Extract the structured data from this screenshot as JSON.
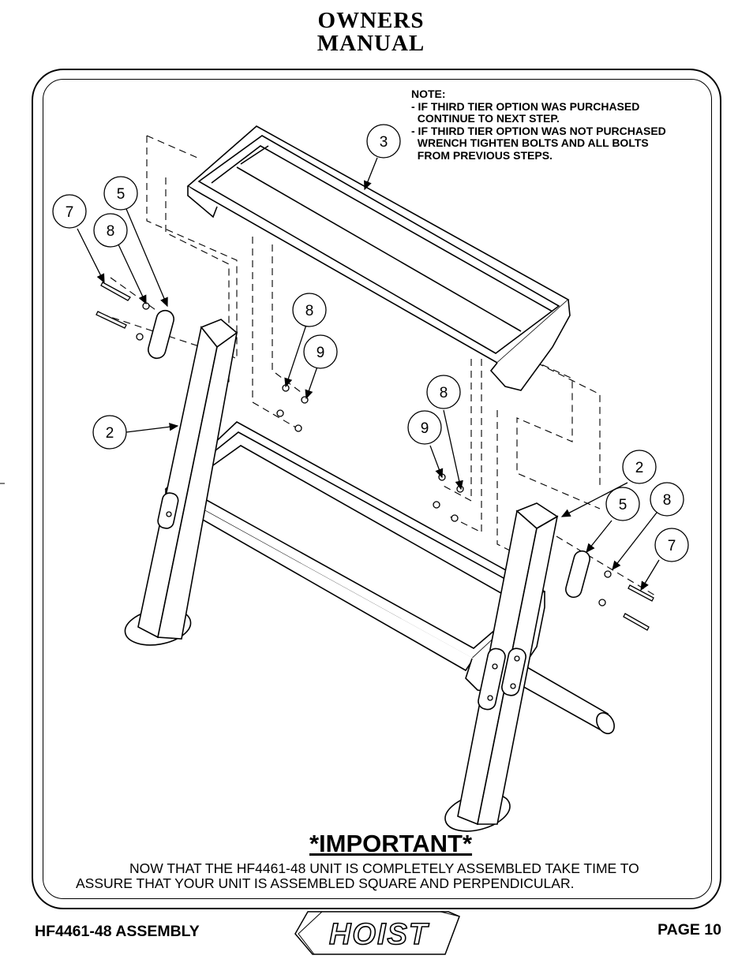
{
  "header": {
    "title_line1": "OWNERS",
    "title_line2": "MANUAL"
  },
  "note": {
    "lines": [
      "NOTE:",
      "- IF THIRD TIER OPTION WAS PURCHASED",
      "  CONTINUE TO NEXT STEP.",
      "- IF THIRD TIER OPTION WAS NOT PURCHASED",
      "  WRENCH TIGHTEN BOLTS AND ALL BOLTS",
      "  FROM PREVIOUS STEPS."
    ]
  },
  "callouts": [
    "3",
    "5",
    "7",
    "8",
    "8",
    "9",
    "8",
    "9",
    "2",
    "2",
    "5",
    "8",
    "7"
  ],
  "important": {
    "title": "*IMPORTANT*",
    "line1": "NOW THAT THE HF4461-48 UNIT IS COMPLETELY ASSEMBLED TAKE TIME TO",
    "line2": "ASSURE THAT YOUR UNIT IS ASSEMBLED SQUARE AND PERPENDICULAR."
  },
  "footer": {
    "left": "HF4461-48 ASSEMBLY",
    "right": "PAGE 10",
    "logo_text": "HOIST"
  }
}
